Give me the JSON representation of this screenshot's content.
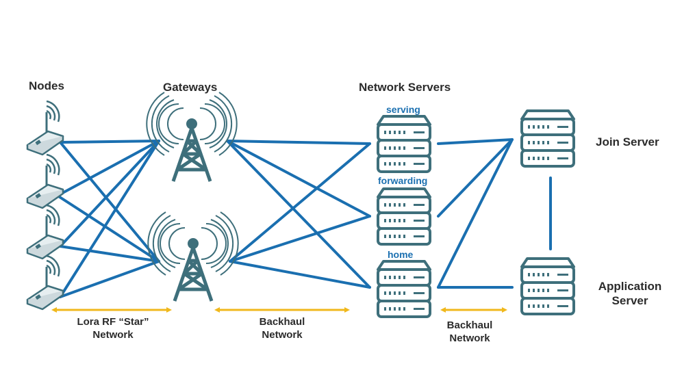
{
  "headings": {
    "nodes": "Nodes",
    "gateways": "Gateways",
    "network_servers": "Network Servers"
  },
  "server_roles": {
    "serving": "serving",
    "forwarding": "forwarding",
    "home": "home"
  },
  "join_server": "Join Server",
  "application_server": {
    "line1": "Application",
    "line2": "Server"
  },
  "segments": {
    "lora_rf": {
      "line1": "Lora RF “Star”",
      "line2": "Network"
    },
    "backhaul_1": {
      "line1": "Backhaul",
      "line2": "Network"
    },
    "backhaul_2": {
      "line1": "Backhaul",
      "line2": "Network"
    }
  },
  "colors": {
    "link_blue": "#1a6fb0",
    "icon_teal": "#3e6f7b",
    "bracket_yellow": "#f0b81c",
    "text_dark": "#2b2b2b"
  },
  "icons": [
    "lora-node-icon",
    "gateway-tower-icon",
    "server-rack-icon"
  ]
}
